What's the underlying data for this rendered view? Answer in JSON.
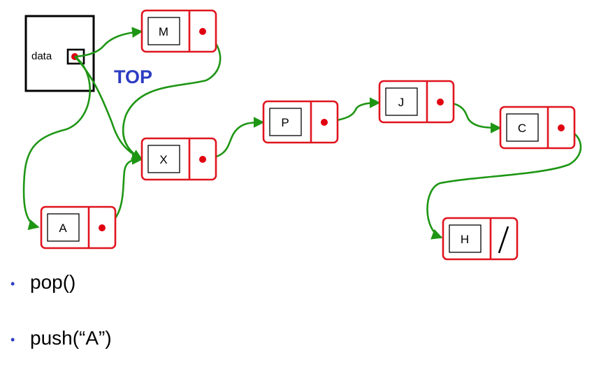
{
  "variable": {
    "label": "data"
  },
  "top_label": "TOP",
  "nodes": [
    {
      "id": "M",
      "value": "M"
    },
    {
      "id": "X",
      "value": "X"
    },
    {
      "id": "A",
      "value": "A"
    },
    {
      "id": "P",
      "value": "P"
    },
    {
      "id": "J",
      "value": "J"
    },
    {
      "id": "C",
      "value": "C"
    },
    {
      "id": "H",
      "value": "H",
      "next": null
    }
  ],
  "links": [
    {
      "from": "data",
      "to": "M"
    },
    {
      "from": "data",
      "to": "X"
    },
    {
      "from": "data",
      "to": "A"
    },
    {
      "from": "M",
      "to": "X"
    },
    {
      "from": "A",
      "to": "X"
    },
    {
      "from": "X",
      "to": "P"
    },
    {
      "from": "P",
      "to": "J"
    },
    {
      "from": "J",
      "to": "C"
    },
    {
      "from": "C",
      "to": "H"
    }
  ],
  "operations": [
    "pop()",
    "push(“A”)"
  ]
}
